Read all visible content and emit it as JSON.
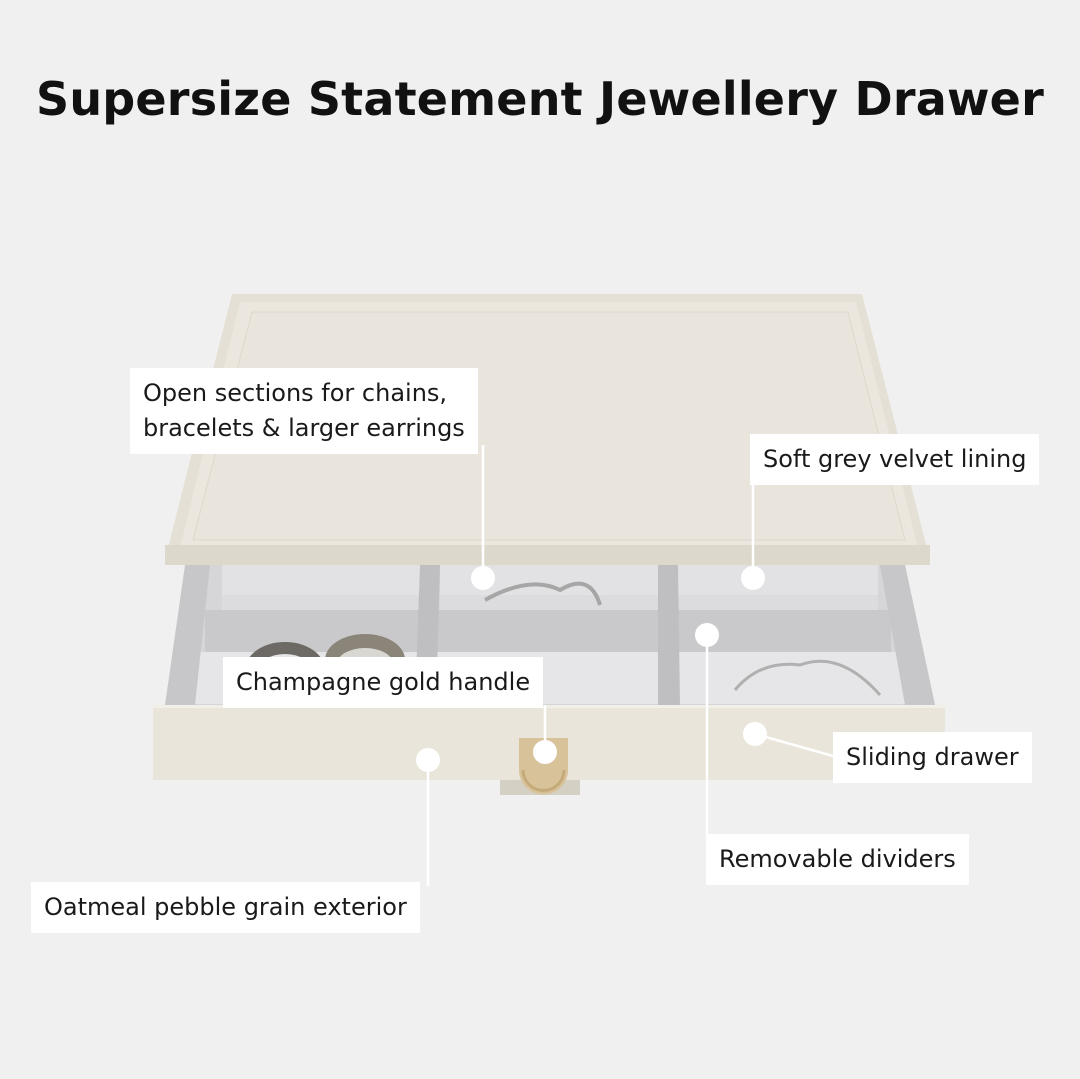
{
  "title": "Supersize Statement Jewellery Drawer",
  "colors": {
    "background": "#f0f0f0",
    "exterior": "#e9e5db",
    "velvet": "#d9d9db",
    "handle": "#d8c29a",
    "callout": "#ffffff"
  },
  "callouts": [
    {
      "id": "open-sections",
      "lines": [
        "Open sections for chains,",
        "bracelets & larger earrings"
      ]
    },
    {
      "id": "velvet-lining",
      "lines": [
        "Soft grey velvet lining"
      ]
    },
    {
      "id": "handle",
      "lines": [
        "Champagne gold handle"
      ]
    },
    {
      "id": "sliding-drawer",
      "lines": [
        "Sliding drawer"
      ]
    },
    {
      "id": "removable-dividers",
      "lines": [
        "Removable dividers"
      ]
    },
    {
      "id": "exterior",
      "lines": [
        "Oatmeal pebble grain exterior"
      ]
    }
  ]
}
